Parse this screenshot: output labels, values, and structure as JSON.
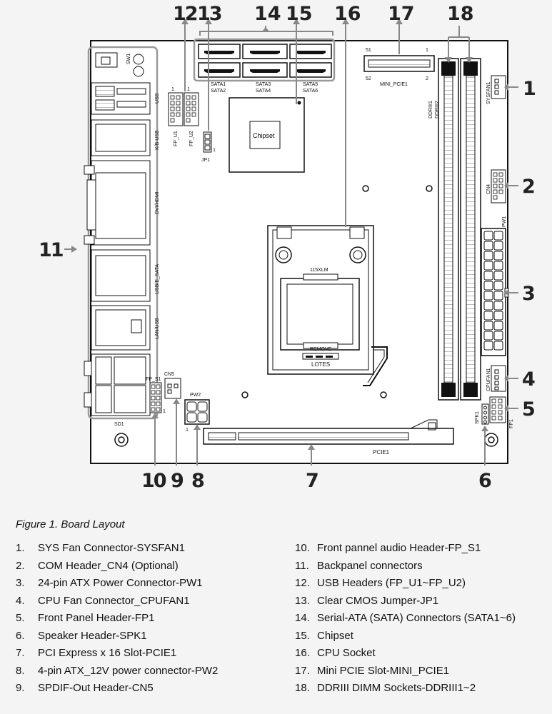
{
  "labels": {
    "sw1": "SW1",
    "usb": "USB",
    "kb_usb": "K/B USB",
    "dvi_hdmi": "DVI/HDMI",
    "usb_esata": "USB/E_SATA",
    "lan_usb": "LAN/USB",
    "sd1": "SD1",
    "fp_s1": "FP_S1",
    "cn5": "CN5",
    "pw2": "PW2",
    "pcie1": "PCIE1",
    "fp_u1": "FP_U1",
    "fp_u2": "FP_U2",
    "jp1": "JP1",
    "sata1": "SATA1",
    "sata2": "SATA2",
    "sata3": "SATA3",
    "sata4": "SATA4",
    "sata5": "SATA5",
    "sata6": "SATA6",
    "chipset": "Chipset",
    "socket": "115XLM",
    "lotes": "LOTES",
    "remove": "REMOVE",
    "mini_pcie1": "MINI_PCIE1",
    "pin51": "51",
    "pin1": "1",
    "pin52": "52",
    "pin2": "2",
    "ddr1": "DDRIII1",
    "ddr2": "DDRIII2",
    "sysfan1": "SYSFAN1",
    "cn4": "CN4",
    "pw1": "PW1",
    "cpufan1": "CPUFAN1",
    "fp1": "FP1",
    "spk1": "SPK1",
    "one": "1"
  },
  "callouts": [
    "1",
    "2",
    "3",
    "4",
    "5",
    "6",
    "7",
    "8",
    "9",
    "10",
    "11",
    "12",
    "13",
    "14",
    "15",
    "16",
    "17",
    "18"
  ],
  "caption": "Figure 1. Board Layout",
  "legend": [
    {
      "n": "1.",
      "text": "SYS Fan Connector-SYSFAN1"
    },
    {
      "n": "2.",
      "text": "COM Header_CN4 (Optional)"
    },
    {
      "n": "3.",
      "text": "24-pin ATX Power Connector-PW1"
    },
    {
      "n": "4.",
      "text": "CPU Fan Connector_CPUFAN1"
    },
    {
      "n": "5.",
      "text": "Front Panel Header-FP1"
    },
    {
      "n": "6.",
      "text": "Speaker Header-SPK1"
    },
    {
      "n": "7.",
      "text": "PCI Express x 16 Slot-PCIE1"
    },
    {
      "n": "8.",
      "text": "4-pin ATX_12V power connector-PW2"
    },
    {
      "n": "9.",
      "text": "SPDIF-Out Header-CN5"
    },
    {
      "n": "10.",
      "text": "Front pannel audio Header-FP_S1"
    },
    {
      "n": "11.",
      "text": "Backpanel connectors"
    },
    {
      "n": "12.",
      "text": "USB Headers (FP_U1~FP_U2)"
    },
    {
      "n": "13.",
      "text": "Clear CMOS Jumper-JP1"
    },
    {
      "n": "14.",
      "text": "Serial-ATA (SATA) Connectors (SATA1~6)"
    },
    {
      "n": "15.",
      "text": "Chipset"
    },
    {
      "n": "16.",
      "text": "CPU Socket"
    },
    {
      "n": "17.",
      "text": "Mini PCIE Slot-MINI_PCIE1"
    },
    {
      "n": "18.",
      "text": "DDRIII DIMM Sockets-DDRIII1~2"
    }
  ]
}
